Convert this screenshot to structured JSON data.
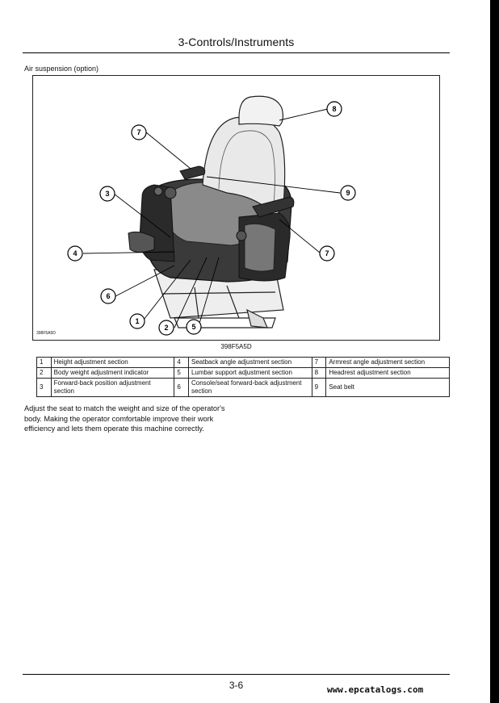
{
  "header": {
    "title": "3-Controls/Instruments"
  },
  "section_label": "Air suspension (option)",
  "figure": {
    "code_small": "398F5A5D",
    "caption": "398F5A5D",
    "callouts": [
      "8",
      "7",
      "3",
      "9",
      "4",
      "7",
      "6",
      "1",
      "2",
      "5"
    ]
  },
  "legend": {
    "rows": [
      [
        {
          "num": "1",
          "text": "Height adjustment section"
        },
        {
          "num": "4",
          "text": "Seatback angle adjustment section"
        },
        {
          "num": "7",
          "text": "Armrest angle adjustment section"
        }
      ],
      [
        {
          "num": "2",
          "text": "Body weight adjustment indicator"
        },
        {
          "num": "5",
          "text": "Lumbar support adjustment section"
        },
        {
          "num": "8",
          "text": "Headrest adjustment section"
        }
      ],
      [
        {
          "num": "3",
          "text": "Forward-back position adjustment section"
        },
        {
          "num": "6",
          "text": "Console/seat forward-back adjustment section"
        },
        {
          "num": "9",
          "text": "Seat belt"
        }
      ]
    ]
  },
  "body_text": "Adjust the seat to match the weight and size of the operator's body. Making the operator comfortable improve their work efficiency and lets them operate this machine correctly.",
  "footer": {
    "page_number": "3-6",
    "watermark": "www.epcatalogs.com"
  }
}
